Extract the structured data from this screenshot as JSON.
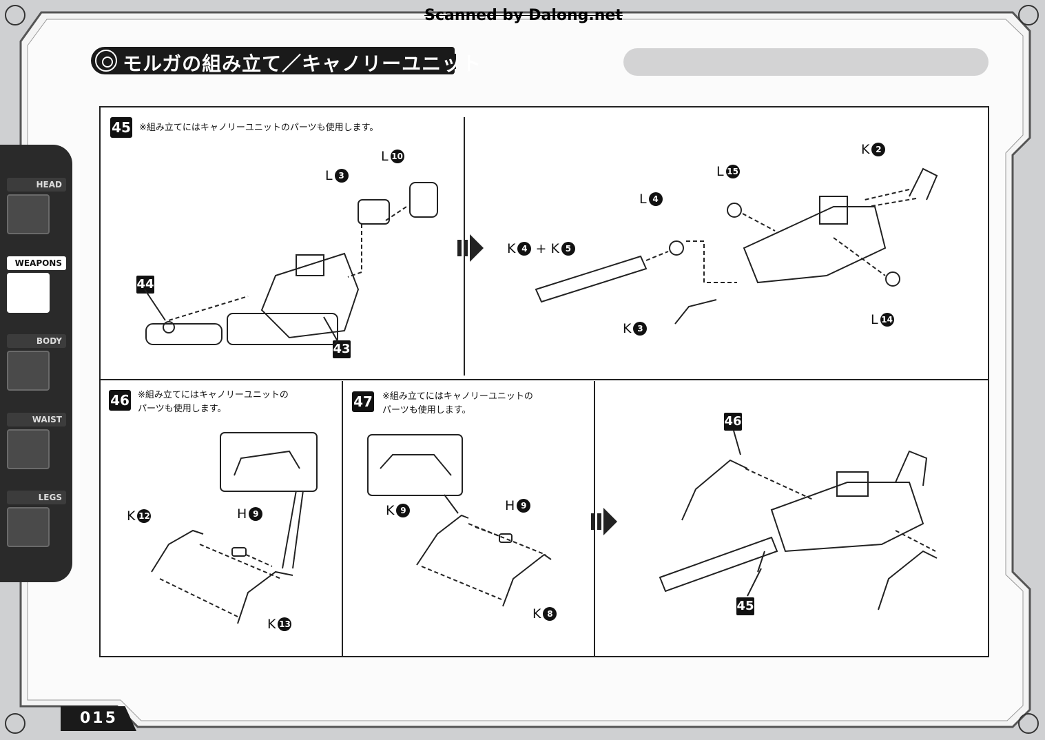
{
  "watermark": "Scanned by Dalong.net",
  "title": "モルガの組み立て／キャノリーユニット",
  "side_tabs": [
    {
      "label": "HEAD",
      "active": false
    },
    {
      "label": "WEAPONS",
      "active": true
    },
    {
      "label": "BODY",
      "active": false
    },
    {
      "label": "WAIST",
      "active": false
    },
    {
      "label": "LEGS",
      "active": false
    }
  ],
  "page_number": "015",
  "steps": {
    "s45": {
      "number": "45",
      "note": "※組み立てにはキャノリーユニットのパーツも使用します。",
      "callouts": {
        "a": "44",
        "b": "43"
      },
      "labels": {
        "l3": "L",
        "l3n": "3",
        "l10": "L",
        "l10n": "10"
      }
    },
    "s45b": {
      "labels": {
        "k2": "K",
        "k2n": "2",
        "l15": "L",
        "l15n": "15",
        "l4": "L",
        "l4n": "4",
        "k4": "K",
        "k4n": "4",
        "plus": "+",
        "k5": "K",
        "k5n": "5",
        "k3": "K",
        "k3n": "3",
        "l14": "L",
        "l14n": "14"
      }
    },
    "s46": {
      "number": "46",
      "note": "※組み立てにはキャノリーユニットの\nパーツも使用します。",
      "labels": {
        "k12": "K",
        "k12n": "12",
        "h9": "H",
        "h9n": "9",
        "k13": "K",
        "k13n": "13"
      }
    },
    "s47": {
      "number": "47",
      "note": "※組み立てにはキャノリーユニットの\nパーツも使用します。",
      "labels": {
        "k9": "K",
        "k9n": "9",
        "h9": "H",
        "h9n": "9",
        "k8": "K",
        "k8n": "8"
      }
    },
    "final": {
      "callouts": {
        "a": "46",
        "b": "45"
      }
    }
  }
}
